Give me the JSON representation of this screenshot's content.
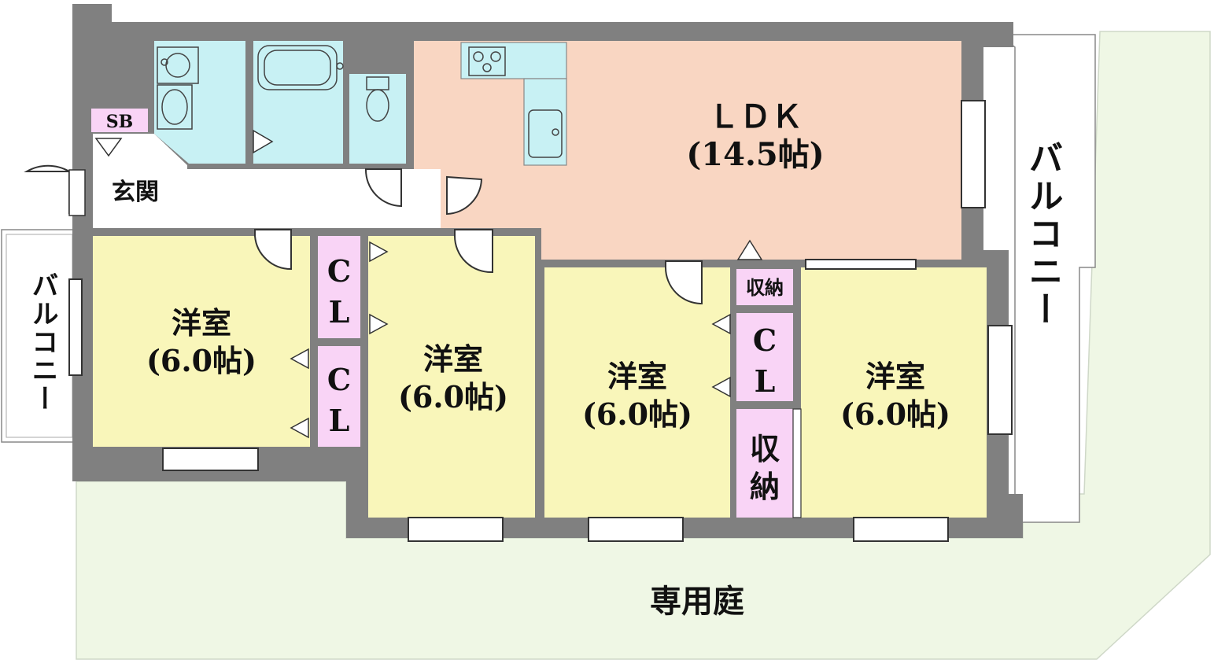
{
  "colors": {
    "wall": "#808080",
    "ldk": "#f9d6c2",
    "western_room": "#f9f6ba",
    "closet": "#f9d4f6",
    "wet_area": "#c8f1f4",
    "garden": "#eff7e5",
    "balcony": "#ffffff",
    "entrance": "#ffffff"
  },
  "rooms": {
    "ldk": {
      "name": "ＬＤＫ",
      "size": "(14.5帖)"
    },
    "entrance": {
      "name": "玄関"
    },
    "shoe_box": {
      "name": "SB"
    },
    "western_1": {
      "name": "洋室",
      "size": "(6.0帖)"
    },
    "western_2": {
      "name": "洋室",
      "size": "(6.0帖)"
    },
    "western_3": {
      "name": "洋室",
      "size": "(6.0帖)"
    },
    "western_4": {
      "name": "洋室",
      "size": "(6.0帖)"
    },
    "closet_1": {
      "line1": "C",
      "line2": "L"
    },
    "closet_2": {
      "line1": "C",
      "line2": "L"
    },
    "closet_3": {
      "line1": "C",
      "line2": "L"
    },
    "storage_1": {
      "name": "収納"
    },
    "storage_2": {
      "line1": "収",
      "line2": "納"
    },
    "balcony_left": {
      "name": "バルコニー"
    },
    "balcony_right": {
      "name": "バルコニー"
    },
    "garden": {
      "name": "専用庭"
    }
  },
  "fixtures": [
    "washbasin-icon",
    "washing-machine-icon",
    "bathtub-icon",
    "toilet-icon",
    "gas-stove-icon",
    "kitchen-sink-icon"
  ]
}
